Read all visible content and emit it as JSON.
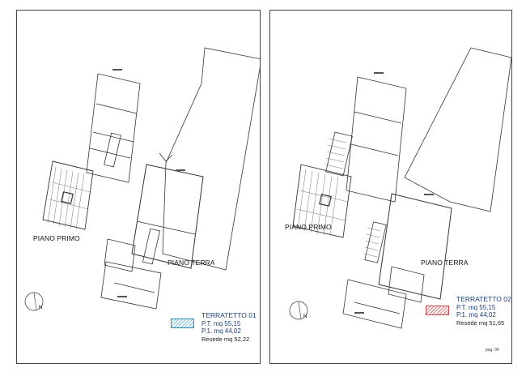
{
  "left": {
    "floor_upper_label": "PIANO PRIMO",
    "floor_ground_label": "PIANO TERRA",
    "legend_title": "TERRATETTO 01",
    "legend_pt": "P.T. mq 55,15",
    "legend_p1": "P.1. mq 44,02",
    "legend_resede": "Resede mq 52,22",
    "north": "N",
    "swatch_color": "#2a8fb5"
  },
  "right": {
    "floor_upper_label": "PIANO PRIMO",
    "floor_ground_label": "PIANO TERRA",
    "legend_title": "TERRATETTO 02",
    "legend_pt": "P.T. mq 55,15",
    "legend_p1": "P.1. mq 44,02",
    "legend_resede": "Resede mq 51,65",
    "north": "N",
    "swatch_color": "#c24a4a"
  },
  "page_number": "pag. 04"
}
